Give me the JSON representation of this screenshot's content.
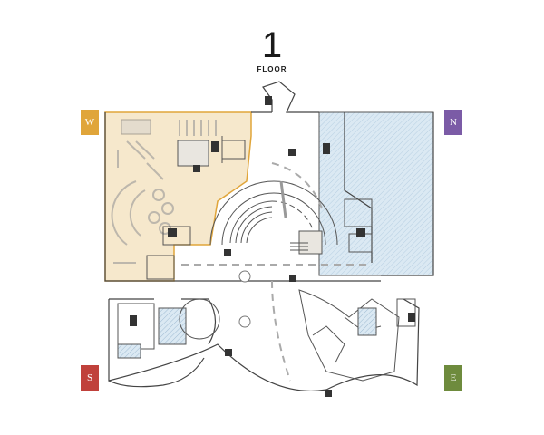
{
  "header": {
    "floor_number": "1",
    "floor_label": "FLOOR"
  },
  "wings": [
    {
      "letter": "W",
      "color": "#e0a53a"
    },
    {
      "letter": "N",
      "color": "#7b5ba6"
    },
    {
      "letter": "S",
      "color": "#c0413b"
    },
    {
      "letter": "E",
      "color": "#6e8b3d"
    }
  ],
  "map": {
    "highlight_fill": "#f6e8cc",
    "highlight_stroke": "#e0a53a",
    "north_hatch_fill": "#dbe9f3",
    "wall_color": "#444444",
    "furniture_color": "#bdb7ac",
    "icons": [
      "elevator-icon",
      "restroom-icon",
      "accessible-icon",
      "stairs-icon",
      "info-icon"
    ]
  }
}
